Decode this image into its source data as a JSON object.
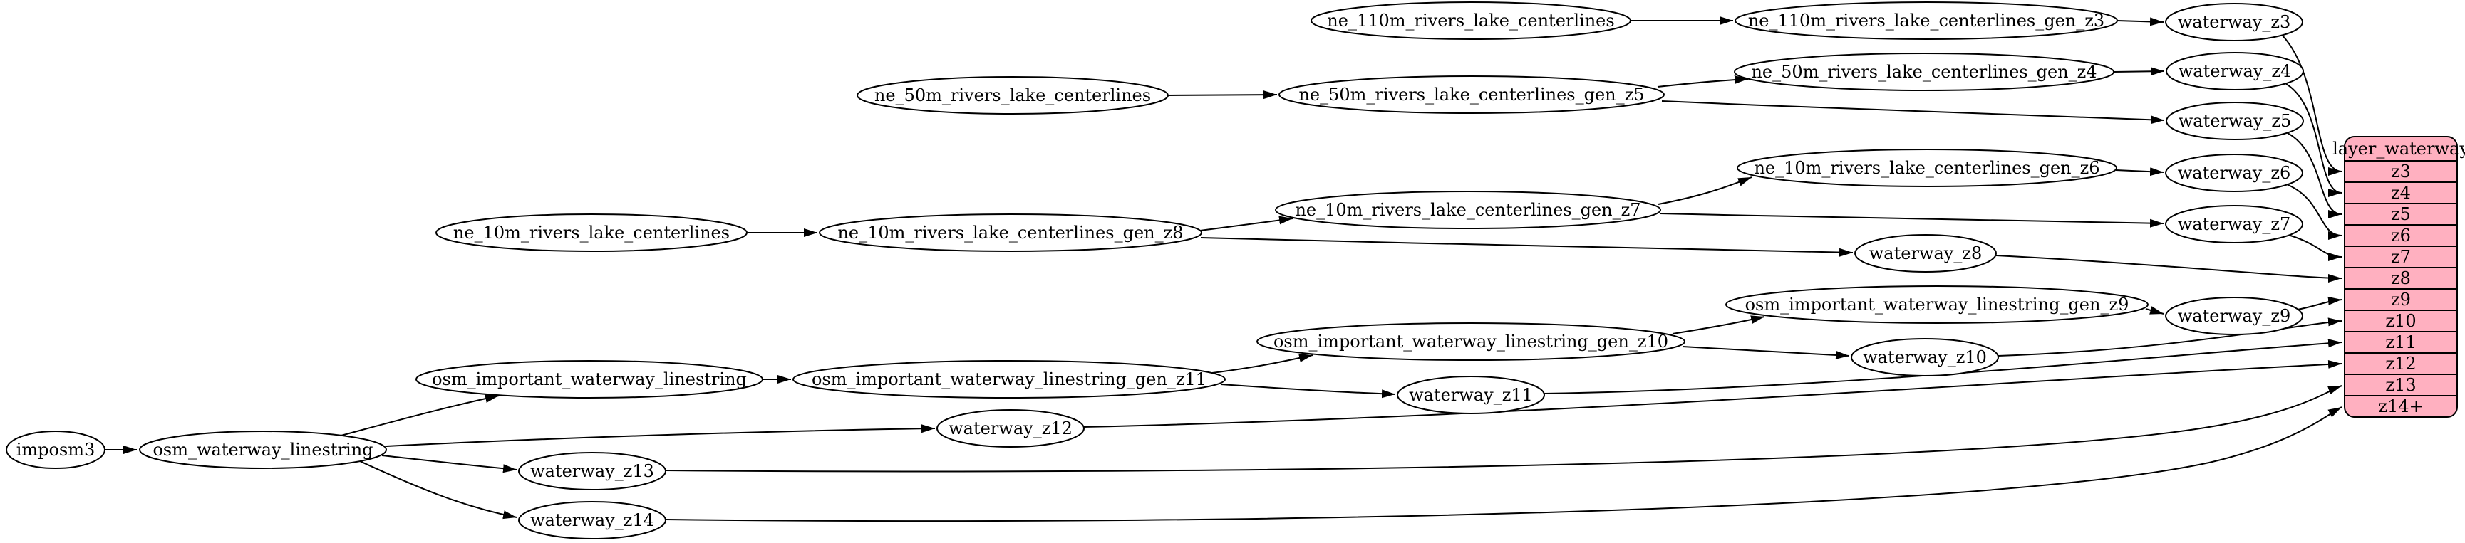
{
  "graph": {
    "colors": {
      "background": "#ffffff",
      "node_fill": "#ffffff",
      "node_stroke": "#000000",
      "edge": "#000000",
      "record_fill": "#ffb0c0"
    },
    "nodes": {
      "imposm3": "imposm3",
      "osm_waterway_linestring": "osm_waterway_linestring",
      "osm_important_waterway_linestring": "osm_important_waterway_linestring",
      "osm_important_waterway_linestring_gen_z11": "osm_important_waterway_linestring_gen_z11",
      "osm_important_waterway_linestring_gen_z10": "osm_important_waterway_linestring_gen_z10",
      "osm_important_waterway_linestring_gen_z9": "osm_important_waterway_linestring_gen_z9",
      "ne_110m_rivers_lake_centerlines": "ne_110m_rivers_lake_centerlines",
      "ne_110m_rivers_lake_centerlines_gen_z3": "ne_110m_rivers_lake_centerlines_gen_z3",
      "ne_50m_rivers_lake_centerlines": "ne_50m_rivers_lake_centerlines",
      "ne_50m_rivers_lake_centerlines_gen_z5": "ne_50m_rivers_lake_centerlines_gen_z5",
      "ne_50m_rivers_lake_centerlines_gen_z4": "ne_50m_rivers_lake_centerlines_gen_z4",
      "ne_10m_rivers_lake_centerlines": "ne_10m_rivers_lake_centerlines",
      "ne_10m_rivers_lake_centerlines_gen_z8": "ne_10m_rivers_lake_centerlines_gen_z8",
      "ne_10m_rivers_lake_centerlines_gen_z7": "ne_10m_rivers_lake_centerlines_gen_z7",
      "ne_10m_rivers_lake_centerlines_gen_z6": "ne_10m_rivers_lake_centerlines_gen_z6",
      "waterway_z3": "waterway_z3",
      "waterway_z4": "waterway_z4",
      "waterway_z5": "waterway_z5",
      "waterway_z6": "waterway_z6",
      "waterway_z7": "waterway_z7",
      "waterway_z8": "waterway_z8",
      "waterway_z9": "waterway_z9",
      "waterway_z10": "waterway_z10",
      "waterway_z11": "waterway_z11",
      "waterway_z12": "waterway_z12",
      "waterway_z13": "waterway_z13",
      "waterway_z14": "waterway_z14"
    },
    "record": {
      "title": "layer_waterway",
      "fill": "#ffb0c0",
      "stroke": "#000000",
      "rows": [
        "z3",
        "z4",
        "z5",
        "z6",
        "z7",
        "z8",
        "z9",
        "z10",
        "z11",
        "z12",
        "z13",
        "z14+"
      ]
    },
    "edges": [
      {
        "from": "imposm3",
        "to": "osm_waterway_linestring"
      },
      {
        "from": "osm_waterway_linestring",
        "to": "osm_important_waterway_linestring"
      },
      {
        "from": "osm_waterway_linestring",
        "to": "waterway_z12"
      },
      {
        "from": "osm_waterway_linestring",
        "to": "waterway_z13"
      },
      {
        "from": "osm_waterway_linestring",
        "to": "waterway_z14"
      },
      {
        "from": "osm_important_waterway_linestring",
        "to": "osm_important_waterway_linestring_gen_z11"
      },
      {
        "from": "osm_important_waterway_linestring_gen_z11",
        "to": "osm_important_waterway_linestring_gen_z10"
      },
      {
        "from": "osm_important_waterway_linestring_gen_z11",
        "to": "waterway_z11"
      },
      {
        "from": "osm_important_waterway_linestring_gen_z10",
        "to": "osm_important_waterway_linestring_gen_z9"
      },
      {
        "from": "osm_important_waterway_linestring_gen_z10",
        "to": "waterway_z10"
      },
      {
        "from": "osm_important_waterway_linestring_gen_z9",
        "to": "waterway_z9"
      },
      {
        "from": "ne_110m_rivers_lake_centerlines",
        "to": "ne_110m_rivers_lake_centerlines_gen_z3"
      },
      {
        "from": "ne_110m_rivers_lake_centerlines_gen_z3",
        "to": "waterway_z3"
      },
      {
        "from": "ne_50m_rivers_lake_centerlines",
        "to": "ne_50m_rivers_lake_centerlines_gen_z5"
      },
      {
        "from": "ne_50m_rivers_lake_centerlines_gen_z5",
        "to": "ne_50m_rivers_lake_centerlines_gen_z4"
      },
      {
        "from": "ne_50m_rivers_lake_centerlines_gen_z5",
        "to": "waterway_z5"
      },
      {
        "from": "ne_50m_rivers_lake_centerlines_gen_z4",
        "to": "waterway_z4"
      },
      {
        "from": "ne_10m_rivers_lake_centerlines",
        "to": "ne_10m_rivers_lake_centerlines_gen_z8"
      },
      {
        "from": "ne_10m_rivers_lake_centerlines_gen_z8",
        "to": "ne_10m_rivers_lake_centerlines_gen_z7"
      },
      {
        "from": "ne_10m_rivers_lake_centerlines_gen_z8",
        "to": "waterway_z8"
      },
      {
        "from": "ne_10m_rivers_lake_centerlines_gen_z7",
        "to": "ne_10m_rivers_lake_centerlines_gen_z6"
      },
      {
        "from": "ne_10m_rivers_lake_centerlines_gen_z7",
        "to": "waterway_z7"
      },
      {
        "from": "ne_10m_rivers_lake_centerlines_gen_z6",
        "to": "waterway_z6"
      },
      {
        "from": "waterway_z3",
        "to": "layer_waterway:z3"
      },
      {
        "from": "waterway_z4",
        "to": "layer_waterway:z4"
      },
      {
        "from": "waterway_z5",
        "to": "layer_waterway:z5"
      },
      {
        "from": "waterway_z6",
        "to": "layer_waterway:z6"
      },
      {
        "from": "waterway_z7",
        "to": "layer_waterway:z7"
      },
      {
        "from": "waterway_z8",
        "to": "layer_waterway:z8"
      },
      {
        "from": "waterway_z9",
        "to": "layer_waterway:z9"
      },
      {
        "from": "waterway_z10",
        "to": "layer_waterway:z10"
      },
      {
        "from": "waterway_z11",
        "to": "layer_waterway:z11"
      },
      {
        "from": "waterway_z12",
        "to": "layer_waterway:z12"
      },
      {
        "from": "waterway_z13",
        "to": "layer_waterway:z13"
      },
      {
        "from": "waterway_z14",
        "to": "layer_waterway:z14+"
      }
    ]
  }
}
